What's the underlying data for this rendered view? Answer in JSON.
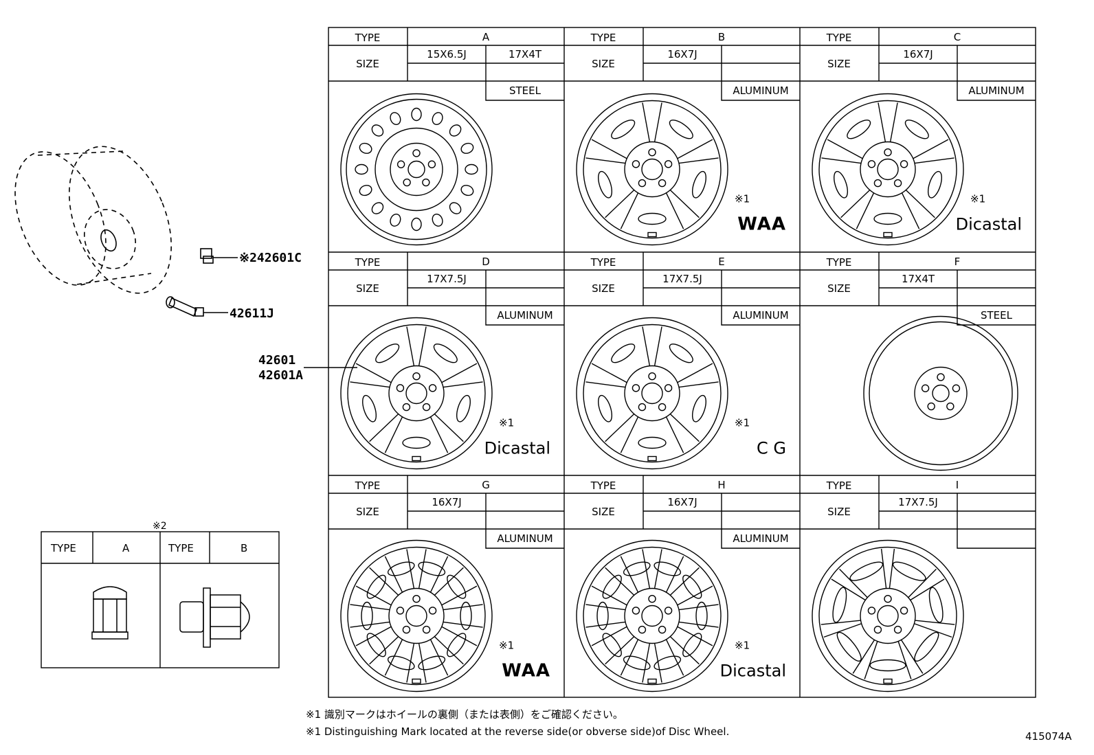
{
  "labels": {
    "type": "TYPE",
    "size": "SIZE",
    "mark_ref": "※1",
    "nut_ref": "※2"
  },
  "parts": {
    "wheel_main": "42601",
    "wheel_alt": "42601A",
    "nut_part": "※242601C",
    "valve_part": "42611J"
  },
  "wheels": [
    {
      "type": "A",
      "size1": "15X6.5J",
      "size2": "17X4T",
      "material": "STEEL",
      "mark": "",
      "brand": ""
    },
    {
      "type": "B",
      "size1": "16X7J",
      "size2": "",
      "material": "ALUMINUM",
      "mark": "※1",
      "brand": "WAA"
    },
    {
      "type": "C",
      "size1": "16X7J",
      "size2": "",
      "material": "ALUMINUM",
      "mark": "※1",
      "brand": "Dicastal"
    },
    {
      "type": "D",
      "size1": "17X7.5J",
      "size2": "",
      "material": "ALUMINUM",
      "mark": "※1",
      "brand": "Dicastal"
    },
    {
      "type": "E",
      "size1": "17X7.5J",
      "size2": "",
      "material": "ALUMINUM",
      "mark": "※1",
      "brand": "C G"
    },
    {
      "type": "F",
      "size1": "17X4T",
      "size2": "",
      "material": "STEEL",
      "mark": "",
      "brand": ""
    },
    {
      "type": "G",
      "size1": "16X7J",
      "size2": "",
      "material": "ALUMINUM",
      "mark": "※1",
      "brand": "WAA"
    },
    {
      "type": "H",
      "size1": "16X7J",
      "size2": "",
      "material": "ALUMINUM",
      "mark": "※1",
      "brand": "Dicastal"
    },
    {
      "type": "I",
      "size1": "17X7.5J",
      "size2": "",
      "material": "",
      "mark": "",
      "brand": ""
    }
  ],
  "nut_table": {
    "type_a": "A",
    "type_b": "B"
  },
  "notes": {
    "jp": "※1 識別マークはホイールの裏側（または表側）をご確認ください。",
    "en": "※1 Distinguishing Mark located at the reverse side(or obverse side)of Disc Wheel."
  },
  "figure_id": "415074A"
}
